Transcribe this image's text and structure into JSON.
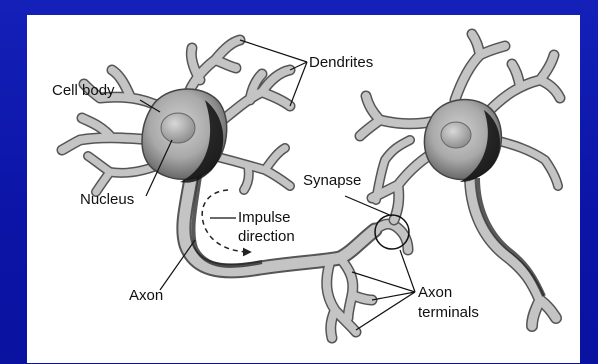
{
  "diagram": {
    "labels": {
      "dendrites": "Dendrites",
      "cell_body": "Cell body",
      "nucleus": "Nucleus",
      "impulse_line1": "Impulse",
      "impulse_line2": "direction",
      "synapse": "Synapse",
      "axon": "Axon",
      "axon_terminals_line1": "Axon",
      "axon_terminals_line2": "terminals"
    },
    "colors": {
      "slide_background": "#0b14a6",
      "panel_background": "#ffffff",
      "neuron_fill": "#b9b9b9",
      "neuron_shadow": "#2a2a2a"
    }
  }
}
